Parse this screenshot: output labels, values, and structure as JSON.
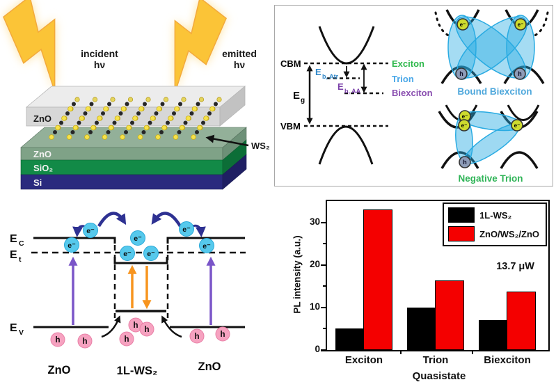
{
  "figure": {
    "panel_device": {
      "incident_line1": "incident",
      "incident_line2": "hν",
      "emitted_line1": "emitted",
      "emitted_line2": "hν",
      "top_layer": "ZnO",
      "zno_layer": "ZnO",
      "sio2_layer": "SiO₂",
      "si_layer": "Si",
      "ws2_pointer": "WS₂",
      "colors": {
        "bolt_yellow": "#fbc437",
        "sio2_green": "#128a47",
        "si_navy": "#2a2a7e",
        "zno_sage": "#7fa287"
      }
    },
    "panel_band": {
      "cbm": "CBM",
      "vbm": "VBM",
      "eg": "E",
      "eg_sub": "g",
      "eb_trion": "E",
      "eb_trion_sub": "b, Atr",
      "eb_biexciton": "E",
      "eb_biexciton_sub": "b, AA",
      "exciton": "Exciton",
      "trion": "Trion",
      "biexciton": "Biexciton",
      "bound_biexciton": "Bound Biexciton",
      "negative_trion": "Negative Trion",
      "electron": "e⁻",
      "hole": "h",
      "colors": {
        "exciton_green": "#2eb84b",
        "trion_blue": "#4aa8e8",
        "biexciton_purple": "#8a4fb0",
        "eb_trion_blue": "#2e86c8",
        "blob_blue": "#29abe2"
      }
    },
    "panel_levels": {
      "ec": "E",
      "ec_sub": "C",
      "et": "E",
      "et_sub": "t",
      "ev": "E",
      "ev_sub": "V",
      "zno_left": "ZnO",
      "ws2": "1L-WS₂",
      "zno_right": "ZnO",
      "electron": "e⁻",
      "hole": "h",
      "colors": {
        "electron_fill": "#56c9ec",
        "hole_fill": "#f6a2c0",
        "purple_arrow": "#7a55c8",
        "orange_arrow": "#f7941e",
        "navy_arrow": "#2e3192"
      }
    }
  },
  "chart_data": {
    "type": "bar",
    "categories": [
      "Exciton",
      "Trion",
      "Biexciton"
    ],
    "series": [
      {
        "name": "1L-WS₂",
        "color": "#000000",
        "values": [
          5,
          10,
          7
        ]
      },
      {
        "name": "ZnO/WS₂/ZnO",
        "color": "#f40000",
        "values": [
          33,
          16.3,
          13.8
        ]
      }
    ],
    "xlabel": "Quasistate",
    "ylabel": "PL intensity (a.u.)",
    "yticks": [
      0,
      10,
      20,
      30
    ],
    "minor_yticks": [
      5,
      15,
      25
    ],
    "ylim": [
      0,
      35
    ],
    "annotation": "13.7 μW",
    "legend_position": "top-right",
    "grid": false
  }
}
